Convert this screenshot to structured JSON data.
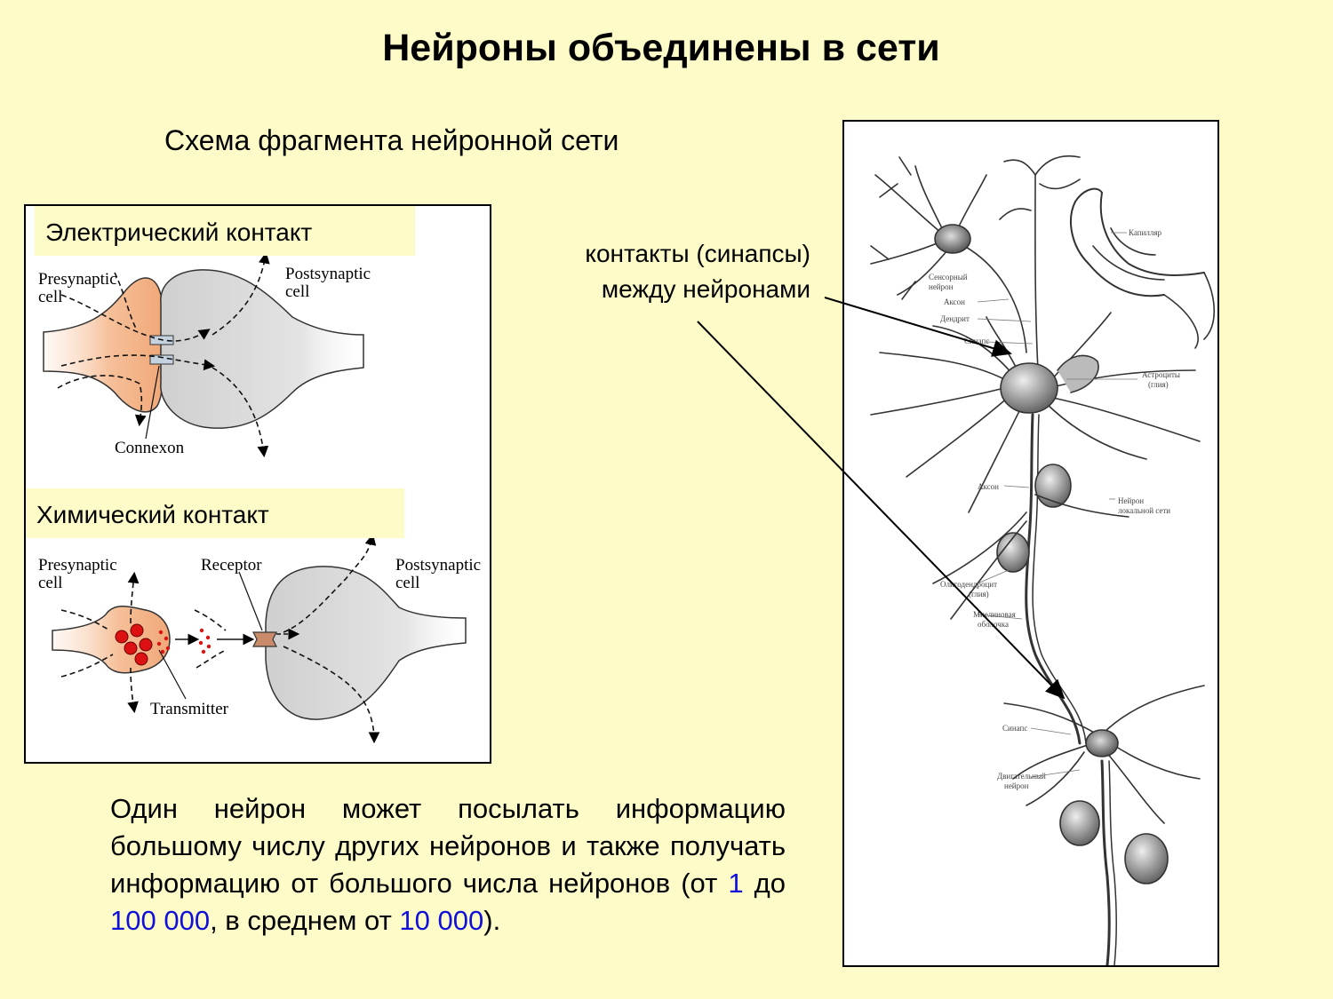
{
  "title": "Нейроны объединены в сети",
  "subtitle": "Схема фрагмента нейронной сети",
  "synapse_label": {
    "line1": "контакты (синапсы)",
    "line2": "между нейронами"
  },
  "electrical": {
    "heading": "Электрический контакт",
    "presynaptic_line1": "Presynaptic",
    "presynaptic_line2": "cell",
    "postsynaptic_line1": "Postsynaptic",
    "postsynaptic_line2": "cell",
    "connexon": "Connexon"
  },
  "chemical": {
    "heading": "Химический контакт",
    "presynaptic_line1": "Presynaptic",
    "presynaptic_line2": "cell",
    "receptor": "Receptor",
    "postsynaptic_line1": "Postsynaptic",
    "postsynaptic_line2": "cell",
    "transmitter": "Transmitter"
  },
  "neuron_labels": {
    "kapillyar": "Капилляр",
    "sensory_1": "Сенсорный",
    "sensory_2": "нейрон",
    "axon1": "Аксон",
    "dendrite": "Дендрит",
    "synapse1": "Синапс",
    "astro_1": "Астроциты",
    "astro_2": "(глия)",
    "axon2": "Аксон",
    "local_1": "Нейрон",
    "local_2": "локальной сети",
    "oligo_1": "Олигодендроцит",
    "oligo_2": "(глия)",
    "myelin_1": "Миелиновая",
    "myelin_2": "оболочка",
    "synapse2": "Синапс",
    "motor_1": "Двигательный",
    "motor_2": "нейрон"
  },
  "bottom_text": {
    "part1": "Один нейрон может посылать информацию большому числу других нейронов и также получать информацию от большого числа нейронов (от ",
    "num1": "1",
    "part2": " до ",
    "num2": "100 000",
    "part3": ", в среднем от ",
    "num3": "10 000",
    "part4": ")."
  },
  "colors": {
    "background": "#fdfbc8",
    "highlight": "#1010d8",
    "presynaptic_fill": "#f4b48a",
    "postsynaptic_fill": "#d4d4d4",
    "vesicle": "#dd1111"
  }
}
